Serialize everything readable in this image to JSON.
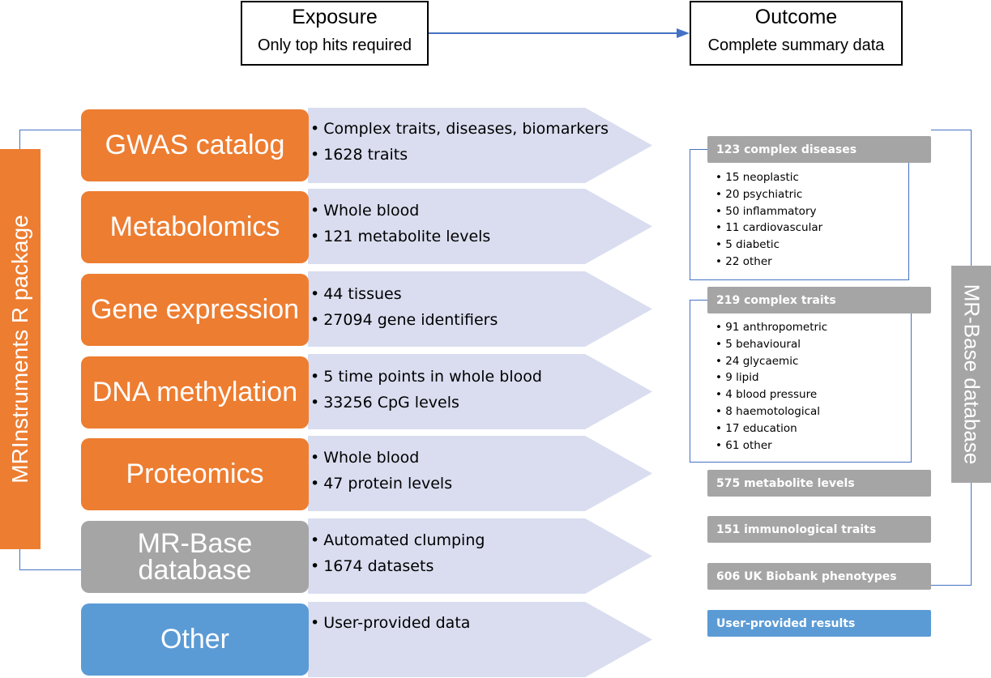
{
  "exposure": {
    "title": "Exposure",
    "subtitle": "Only top hits required"
  },
  "outcome": {
    "title": "Outcome",
    "subtitle": "Complete summary data"
  },
  "left_bar_label": "MRInstruments R package",
  "right_bar_label": "MR-Base database",
  "sources": [
    {
      "label": "GWAS catalog",
      "color": "orange",
      "bullets": [
        "Complex traits, diseases, biomarkers",
        "1628 traits"
      ]
    },
    {
      "label": "Metabolomics",
      "color": "orange",
      "bullets": [
        "Whole blood",
        "121 metabolite levels"
      ]
    },
    {
      "label": "Gene expression",
      "color": "orange",
      "bullets": [
        "44 tissues",
        "27094 gene identifiers"
      ]
    },
    {
      "label": "DNA methylation",
      "color": "orange",
      "bullets": [
        "5 time points in whole blood",
        "33256 CpG levels"
      ]
    },
    {
      "label": "Proteomics",
      "color": "orange",
      "bullets": [
        "Whole blood",
        "47 protein levels"
      ]
    },
    {
      "label": "MR-Base database",
      "color": "grey",
      "bullets": [
        "Automated clumping",
        "1674 datasets"
      ]
    },
    {
      "label": "Other",
      "color": "blue",
      "bullets": [
        "User-provided data"
      ]
    }
  ],
  "outcomes": {
    "diseases": {
      "header": "123 complex diseases",
      "items": [
        "15 neoplastic",
        "20 psychiatric",
        "50 inflammatory",
        "11 cardiovascular",
        "5 diabetic",
        "22 other"
      ]
    },
    "traits": {
      "header": "219 complex traits",
      "items": [
        "91 anthropometric",
        "5 behavioural",
        "24 glycaemic",
        "9 lipid",
        "4 blood pressure",
        "8 haemotological",
        "17 education",
        "61 other"
      ]
    },
    "metabolites": "575 metabolite levels",
    "immunological": "151 immunological traits",
    "ukbiobank": "606 UK Biobank phenotypes",
    "user": "User-provided results"
  },
  "colors": {
    "orange": "#ed7d31",
    "grey": "#a5a5a5",
    "blue": "#5b9bd5",
    "arrow": "#d9ddef",
    "line": "#4472c4"
  }
}
